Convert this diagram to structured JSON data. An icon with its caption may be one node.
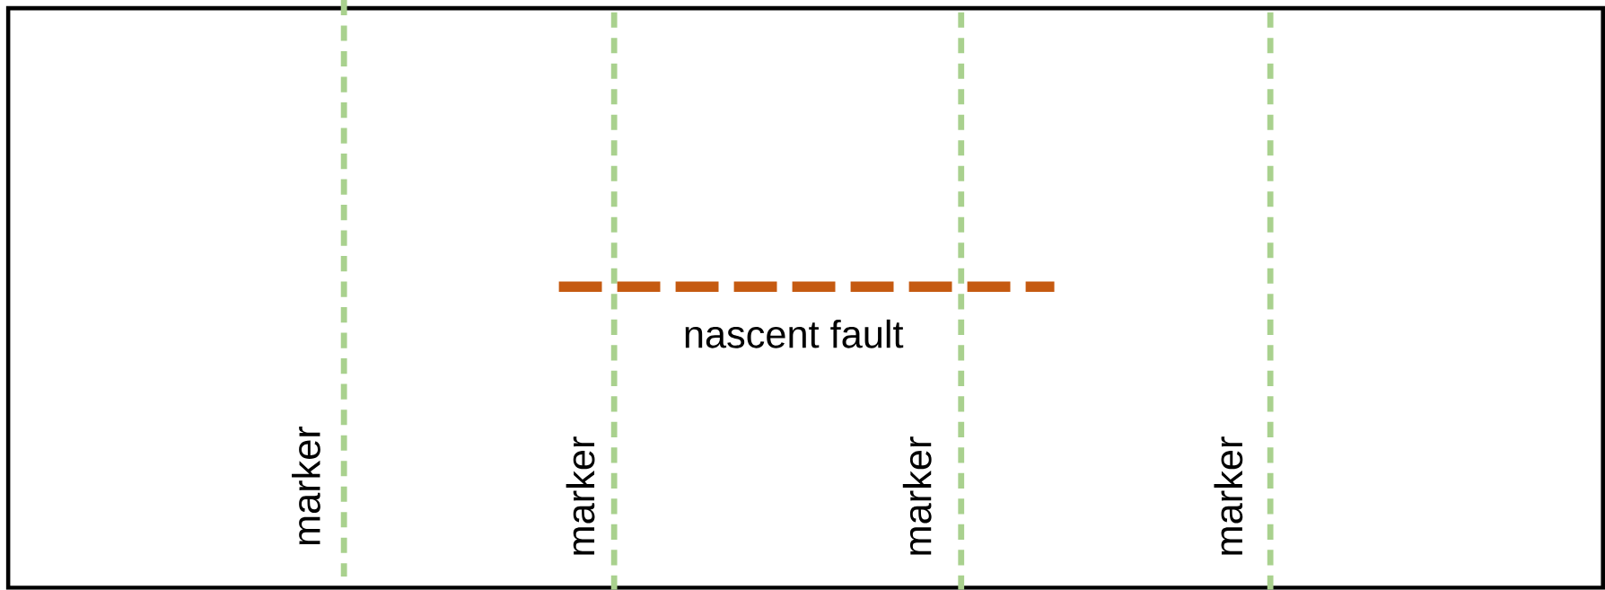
{
  "diagram": {
    "labels": [
      "nascent fault",
      "marker",
      "marker",
      "marker",
      "marker"
    ]
  }
}
